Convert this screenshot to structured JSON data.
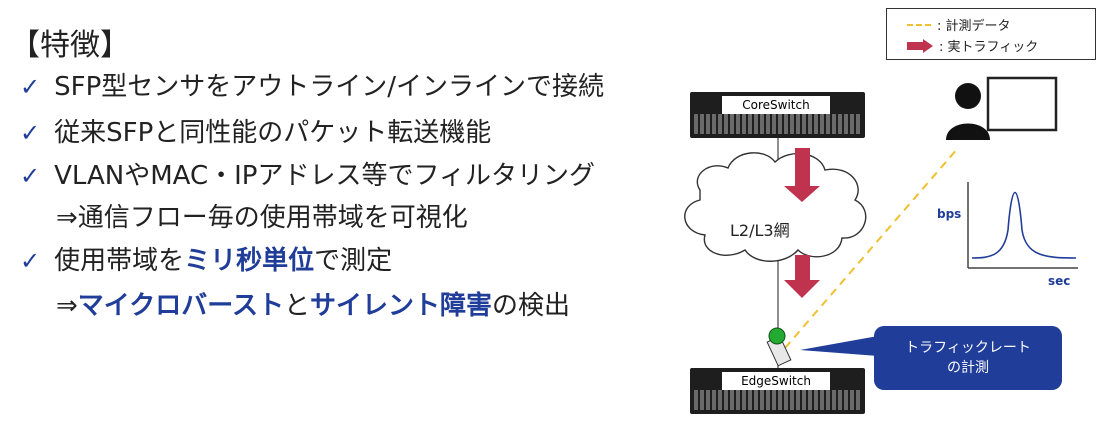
{
  "heading": "【特徴】",
  "features": [
    {
      "check": "✓",
      "text": "SFP型センサをアウトライン/インラインで接続"
    },
    {
      "check": "✓",
      "text": "従来SFPと同性能のパケット転送機能"
    },
    {
      "check": "✓",
      "text": "VLANやMAC・IPアドレス等でフィルタリング"
    },
    {
      "check": "✓",
      "pre": "使用帯域を",
      "hl": "ミリ秒単位",
      "post": "で測定"
    }
  ],
  "sub1": "⇒通信フロー毎の使用帯域を可視化",
  "sub2": {
    "pre": "⇒",
    "hl1": "マイクロバースト",
    "mid": "と",
    "hl2": "サイレント障害",
    "post": "の検出"
  },
  "legend": {
    "measure": ": 計測データ",
    "traffic": ": 実トラフィック"
  },
  "core_switch": "CoreSwitch",
  "edge_switch": "EdgeSwitch",
  "cloud": "L2/L3網",
  "callout": {
    "line1": "トラフィックレート",
    "line2": "の計測"
  },
  "graph": {
    "ylabel": "bps",
    "xlabel": "sec"
  },
  "colors": {
    "accent": "#1f3d99",
    "traffic_arrow": "#c0334f",
    "dashed": "#f0c030",
    "sensor": "#22aa33"
  }
}
